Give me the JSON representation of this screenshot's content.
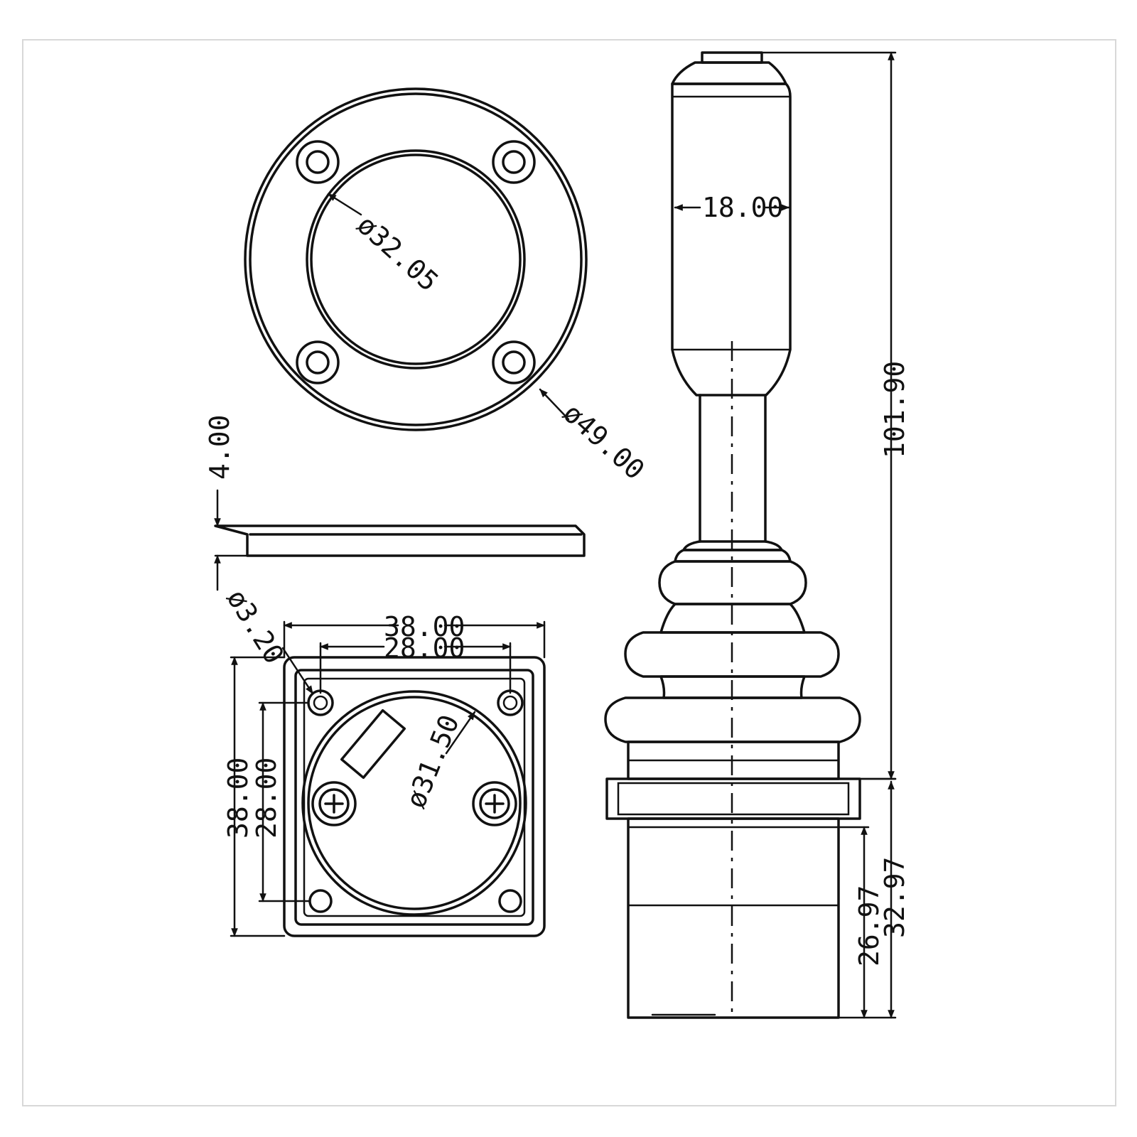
{
  "dimensions": {
    "plate_inner_dia": "ø32.05",
    "plate_outer_dia": "ø49.00",
    "plate_thickness": "4.00",
    "hole_dia": "ø3.20",
    "body_width": "38.00",
    "hole_spacing_x": "28.00",
    "body_height": "38.00",
    "hole_spacing_y": "28.00",
    "boot_dia": "ø31.50",
    "handle_width": "18.00",
    "total_height": "101.90",
    "base_height_outer": "32.97",
    "base_height_inner": "26.97"
  }
}
